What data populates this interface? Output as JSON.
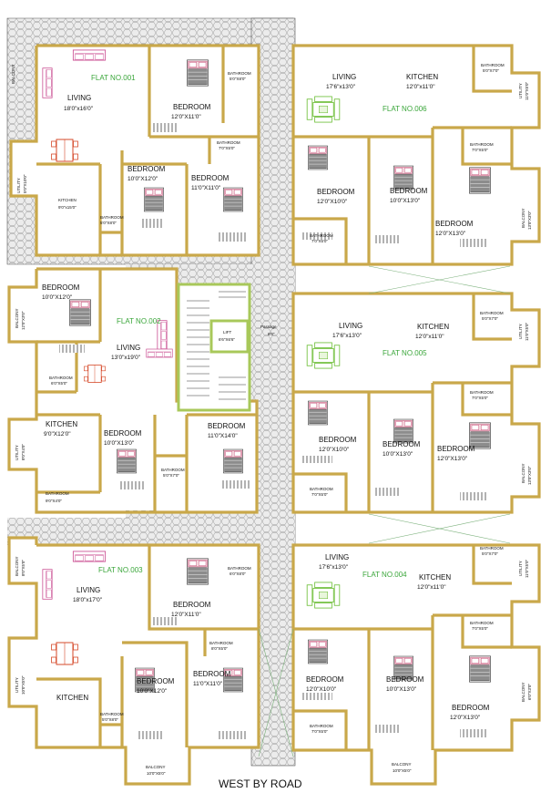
{
  "footer": {
    "road": "WEST BY ROAD"
  },
  "core": {
    "passage_label": "Passage",
    "passage_dim": "6'0\"",
    "lift_label": "LIFT",
    "lift_dim": "6'6\"X6'6\""
  },
  "flats": {
    "f001": {
      "label": "FLAT NO.001",
      "living": {
        "name": "LIVING",
        "dim": "18'0\"x16'0\""
      },
      "bed1": {
        "name": "BEDROOM",
        "dim": "12'0\"X11'0\""
      },
      "bed2": {
        "name": "BEDROOM",
        "dim": "10'0\"X12'0\""
      },
      "bed3": {
        "name": "BEDROOM",
        "dim": "11'0\"X11'0\""
      },
      "kitchen": {
        "name": "KITCHEN",
        "dim": "9'0\"x15'0\""
      },
      "bath1": {
        "name": "BATHROOM",
        "dim": "5'0\"X8'0\""
      },
      "bath2": {
        "name": "BATHROOM",
        "dim": "7'0\"X5'0\""
      },
      "bath3": {
        "name": "BATHROOM",
        "dim": "5'0\"X8'0\""
      },
      "balcony": {
        "name": "BALCONY"
      },
      "utility": {
        "name": "UTILITY",
        "dim": "5'0\"X10'0\""
      }
    },
    "f002": {
      "label": "FLAT NO.002",
      "bed1": {
        "name": "BEDROOM",
        "dim": "10'0\"X12'0\""
      },
      "living": {
        "name": "LIVING",
        "dim": "13'0\"x19'0\""
      },
      "kitchen": {
        "name": "KITCHEN",
        "dim": "9'0\"X12'0\""
      },
      "bed2": {
        "name": "BEDROOM",
        "dim": "10'0\"X13'0\""
      },
      "bed3": {
        "name": "BEDROOM",
        "dim": "11'0\"X14'0\""
      },
      "bath1": {
        "name": "BATHROOM",
        "dim": "6'0\"X5'0\""
      },
      "bath2": {
        "name": "BATHROOM",
        "dim": "5'0\"X7'0\""
      },
      "bath3": {
        "name": "BATHROOM",
        "dim": "9'0\"X4'0\""
      },
      "balcony": {
        "name": "BALCONY",
        "dim": "12'0\"X3'0\""
      },
      "utility": {
        "name": "UTILITY",
        "dim": "8'0\"X4'0\""
      }
    },
    "f003": {
      "label": "FLAT NO.003",
      "living": {
        "name": "LIVING",
        "dim": "18'0\"x17'0\""
      },
      "bed1": {
        "name": "BEDROOM",
        "dim": "12'0\"X11'0\""
      },
      "bed2": {
        "name": "BEDROOM",
        "dim": "10'0\"X12'0\""
      },
      "bed3": {
        "name": "BEDROOM",
        "dim": "11'0\"X11'0\""
      },
      "kitchen": {
        "name": "KITCHEN"
      },
      "bath1": {
        "name": "BATHROOM",
        "dim": "6'0\"X8'0\""
      },
      "bath2": {
        "name": "BATHROOM",
        "dim": "8'0\"X5'0\""
      },
      "bath3": {
        "name": "BATHROOM",
        "dim": "5'0\"X8'0\""
      },
      "balcony1": {
        "name": "BALCONY",
        "dim": "8'0\"X5'0\""
      },
      "balcony2": {
        "name": "BALCONY",
        "dim": "10'0\"X5'0\""
      },
      "utility": {
        "name": "UTILITY",
        "dim": "10'0\"X5'0\""
      }
    },
    "f004": {
      "label": "FLAT NO.004",
      "living": {
        "name": "LIVING",
        "dim": "17'6\"x13'0\""
      },
      "kitchen": {
        "name": "KITCHEN",
        "dim": "12'0\"x11'0\""
      },
      "bed1": {
        "name": "BEDROOM",
        "dim": "12'0\"X10'0\""
      },
      "bed2": {
        "name": "BEDROOM",
        "dim": "10'0\"X13'0\""
      },
      "bed3": {
        "name": "BEDROOM",
        "dim": "12'0\"X13'0\""
      },
      "bath1": {
        "name": "BATHROOM",
        "dim": "5'0\"X7'0\""
      },
      "bath2": {
        "name": "BATHROOM",
        "dim": "7'0\"X5'0\""
      },
      "bath3": {
        "name": "BATHROOM",
        "dim": "7'0\"X5'0\""
      },
      "balcony1": {
        "name": "BALCONY",
        "dim": "10'0\"X5'0\""
      },
      "balcony2": {
        "name": "BALCONY",
        "dim": "6'0\"X3'0\""
      },
      "utility": {
        "name": "UTILITY",
        "dim": "11'0\"X5'0\""
      }
    },
    "f005": {
      "label": "FLAT NO.005",
      "living": {
        "name": "LIVING",
        "dim": "17'6\"x13'0\""
      },
      "kitchen": {
        "name": "KITCHEN",
        "dim": "12'0\"x11'0\""
      },
      "bed1": {
        "name": "BEDROOM",
        "dim": "12'0\"X10'0\""
      },
      "bed2": {
        "name": "BEDROOM",
        "dim": "10'0\"X13'0\""
      },
      "bed3": {
        "name": "BEDROOM",
        "dim": "12'0\"X13'0\""
      },
      "bath1": {
        "name": "BATHROOM",
        "dim": "5'0\"X7'0\""
      },
      "bath2": {
        "name": "BATHROOM",
        "dim": "7'0\"X5'0\""
      },
      "bath3": {
        "name": "BATHROOM",
        "dim": "7'0\"X5'0\""
      },
      "balcony": {
        "name": "BALCONY",
        "dim": "13'0\"X3'0\""
      },
      "utility": {
        "name": "UTILITY",
        "dim": "11'0\"X5'0\""
      }
    },
    "f006": {
      "label": "FLAT NO.006",
      "living": {
        "name": "LIVING",
        "dim": "17'6\"x13'0\""
      },
      "kitchen": {
        "name": "KITCHEN",
        "dim": "12'0\"x11'0\""
      },
      "bed1": {
        "name": "BEDROOM",
        "dim": "12'0\"X10'0\""
      },
      "bed2": {
        "name": "BEDROOM",
        "dim": "10'0\"X13'0\""
      },
      "bed3": {
        "name": "BEDROOM",
        "dim": "12'0\"X13'0\""
      },
      "bath1": {
        "name": "BATHROOM",
        "dim": "5'0\"X7'0\""
      },
      "bath2": {
        "name": "BATHROOM",
        "dim": "7'0\"X5'0\""
      },
      "bath3": {
        "name": "BATHROOM",
        "dim": "7'0\"X5'0\""
      },
      "balcony": {
        "name": "BALCONY",
        "dim": "13'0\"X3'0\""
      },
      "utility": {
        "name": "UTILITY",
        "dim": "11'0\"X5'0\""
      }
    }
  }
}
